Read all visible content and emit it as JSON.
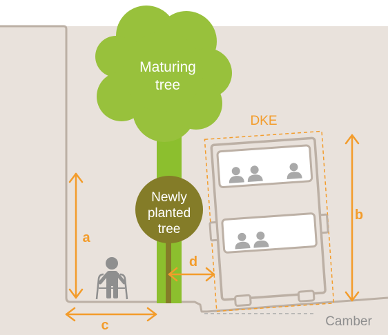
{
  "trees": {
    "maturing": {
      "line1": "Maturing",
      "line2": "tree"
    },
    "newly": {
      "line1": "Newly",
      "line2": "planted",
      "line3": "tree"
    }
  },
  "labels": {
    "dke": "DKE",
    "a": "a",
    "b": "b",
    "c": "c",
    "d": "d",
    "camber": "Camber"
  },
  "colors": {
    "background": "#e9e2dc",
    "wall": "#bcb0a5",
    "orange": "#f39c2b",
    "canopy": "#98c13c",
    "trunk": "#8cbf2e",
    "young_canopy": "#847c28",
    "person": "#8f8f8f",
    "bus_fill": "#e9e2dc",
    "bus_window": "#ffffff",
    "passenger": "#a9a9a9",
    "camber_text": "#8f8f8f"
  }
}
